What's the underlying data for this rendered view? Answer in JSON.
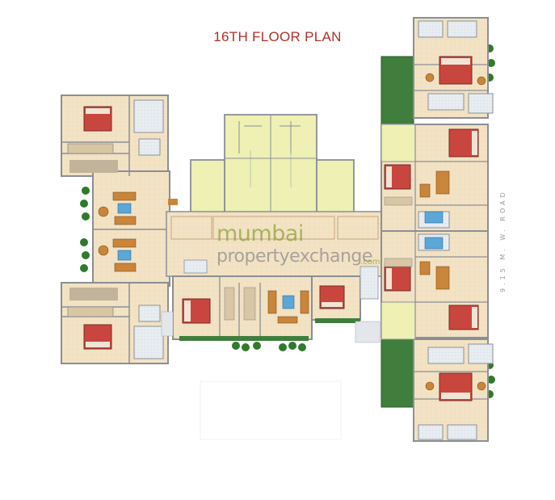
{
  "title": "16TH FLOOR PLAN",
  "road_label": "9.15 M. W. ROAD",
  "watermark": {
    "line1": "mumbai",
    "line2": "propertyexchange",
    "suffix": ".com"
  },
  "colors": {
    "title": "#b0302a",
    "green_deck": "#3f7e3c",
    "plant": "#2f7a2c",
    "lift_lobby": "#eef0b4",
    "floor_tile": "#f3e3c5",
    "wall": "#8a8f96",
    "bed": "#c8463e",
    "sofa": "#c9853a",
    "wood": "#b87a3c",
    "water": "#5aa7d8"
  }
}
